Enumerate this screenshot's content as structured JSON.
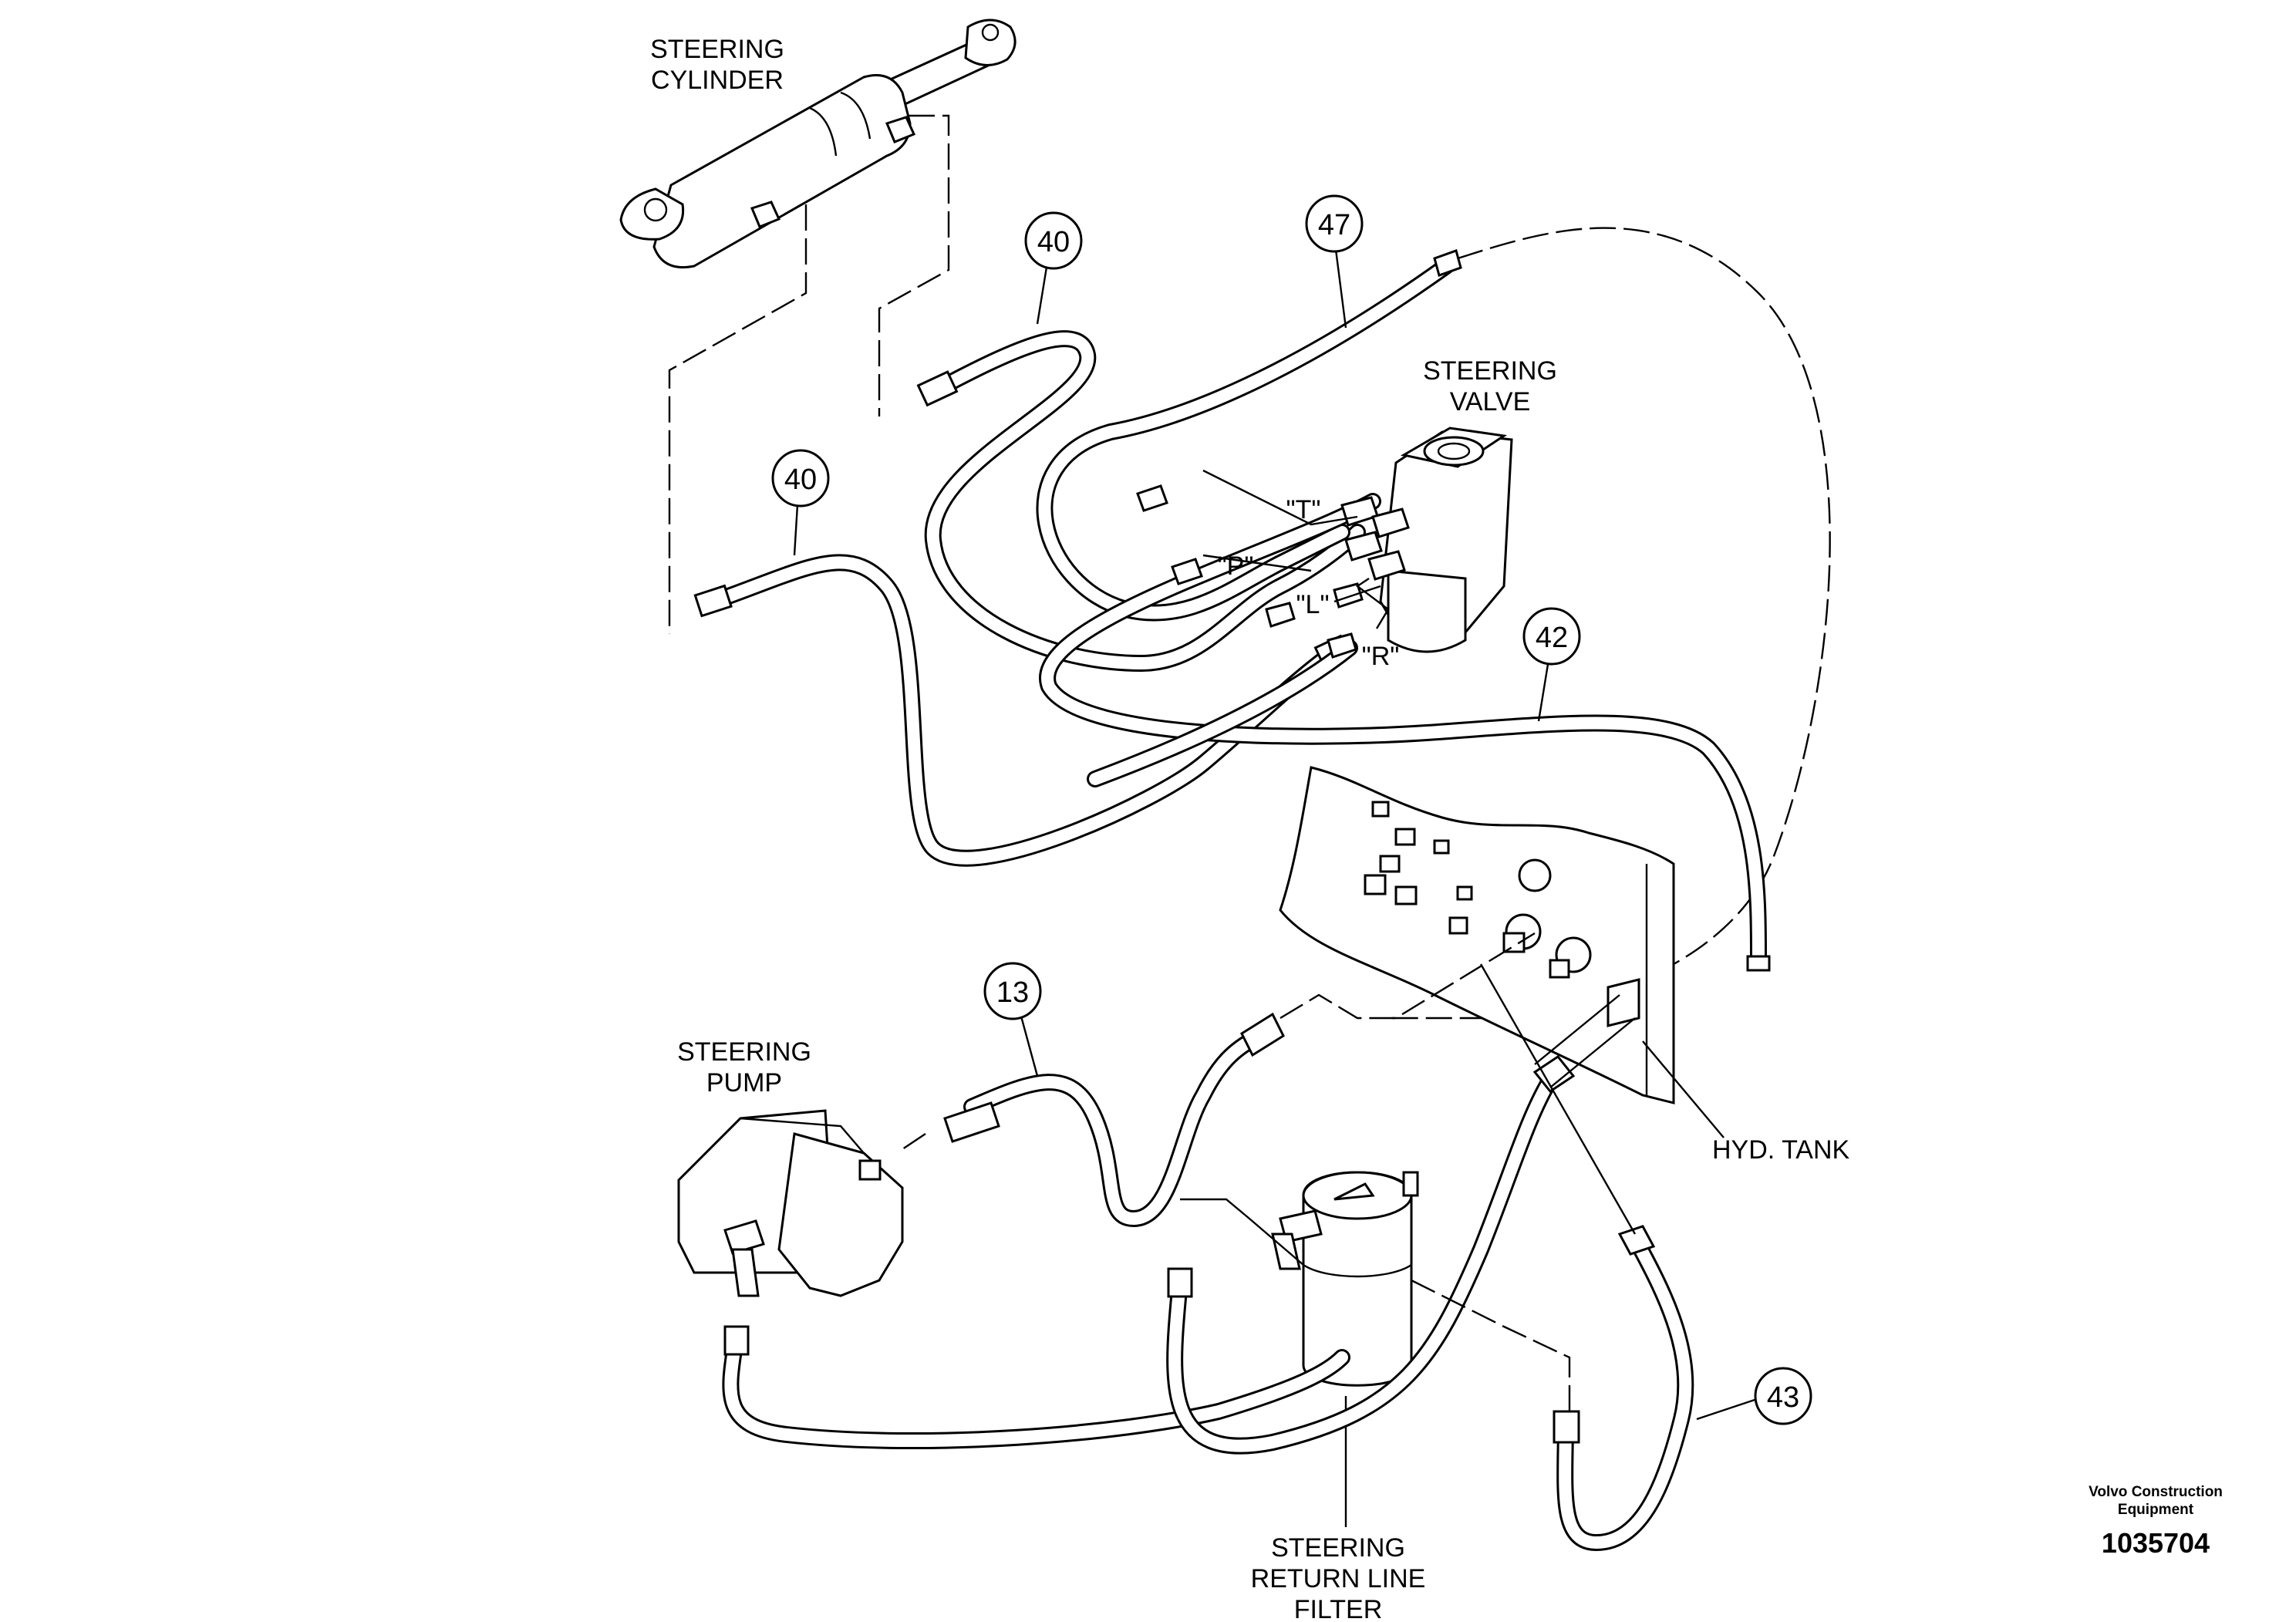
{
  "labels": {
    "steering_cylinder": [
      "STEERING",
      "CYLINDER"
    ],
    "steering_valve": [
      "STEERING",
      "VALVE"
    ],
    "steering_pump": [
      "STEERING",
      "PUMP"
    ],
    "hyd_tank": "HYD. TANK",
    "return_filter": [
      "STEERING",
      "RETURN LINE",
      "FILTER"
    ],
    "port_t": "\"T\"",
    "port_p": "\"P\"",
    "port_l": "\"L\"",
    "port_r": "\"R\""
  },
  "callouts": {
    "c40a": "40",
    "c40b": "40",
    "c47": "47",
    "c42": "42",
    "c13": "13",
    "c43": "43"
  },
  "footer": {
    "company_line1": "Volvo Construction",
    "company_line2": "Equipment",
    "drawing_number": "1035704"
  }
}
